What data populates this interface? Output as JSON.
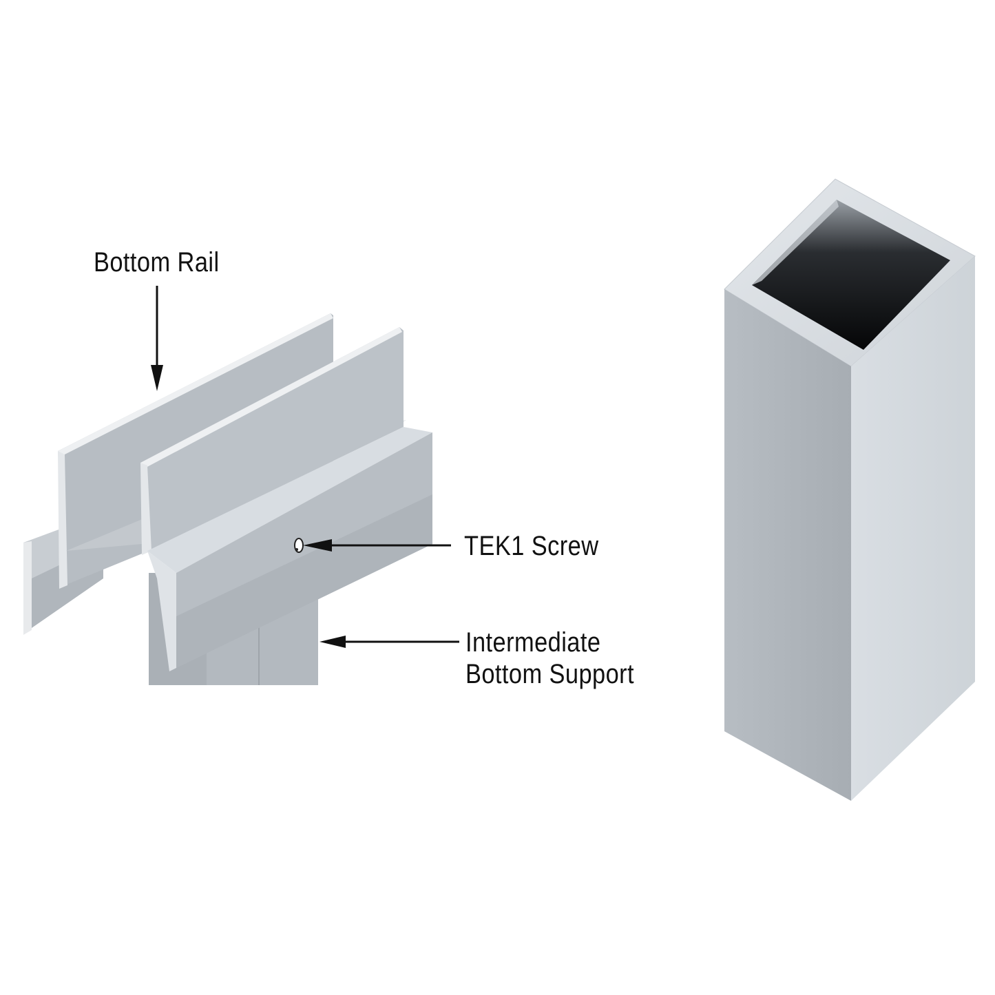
{
  "diagram": {
    "background": "#ffffff",
    "callouts": [
      {
        "id": "bottom-rail",
        "label": "Bottom Rail",
        "arrow_direction": "down"
      },
      {
        "id": "tek1-screw",
        "label": "TEK1 Screw",
        "arrow_direction": "left"
      },
      {
        "id": "intermediate-bottom-support",
        "label_line1": "Intermediate",
        "label_line2": "Bottom Support",
        "arrow_direction": "left"
      }
    ],
    "parts": [
      {
        "id": "rail-assembly",
        "description": "Aluminum bottom rail with intermediate support and screw"
      },
      {
        "id": "square-tube",
        "description": "Hollow square aluminum tube"
      }
    ],
    "colors": {
      "metal_light": "#d6dbe0",
      "metal_mid": "#b9bfc5",
      "metal_dark": "#a6acb2",
      "cavity": "#0d0f12",
      "text": "#111111"
    }
  }
}
